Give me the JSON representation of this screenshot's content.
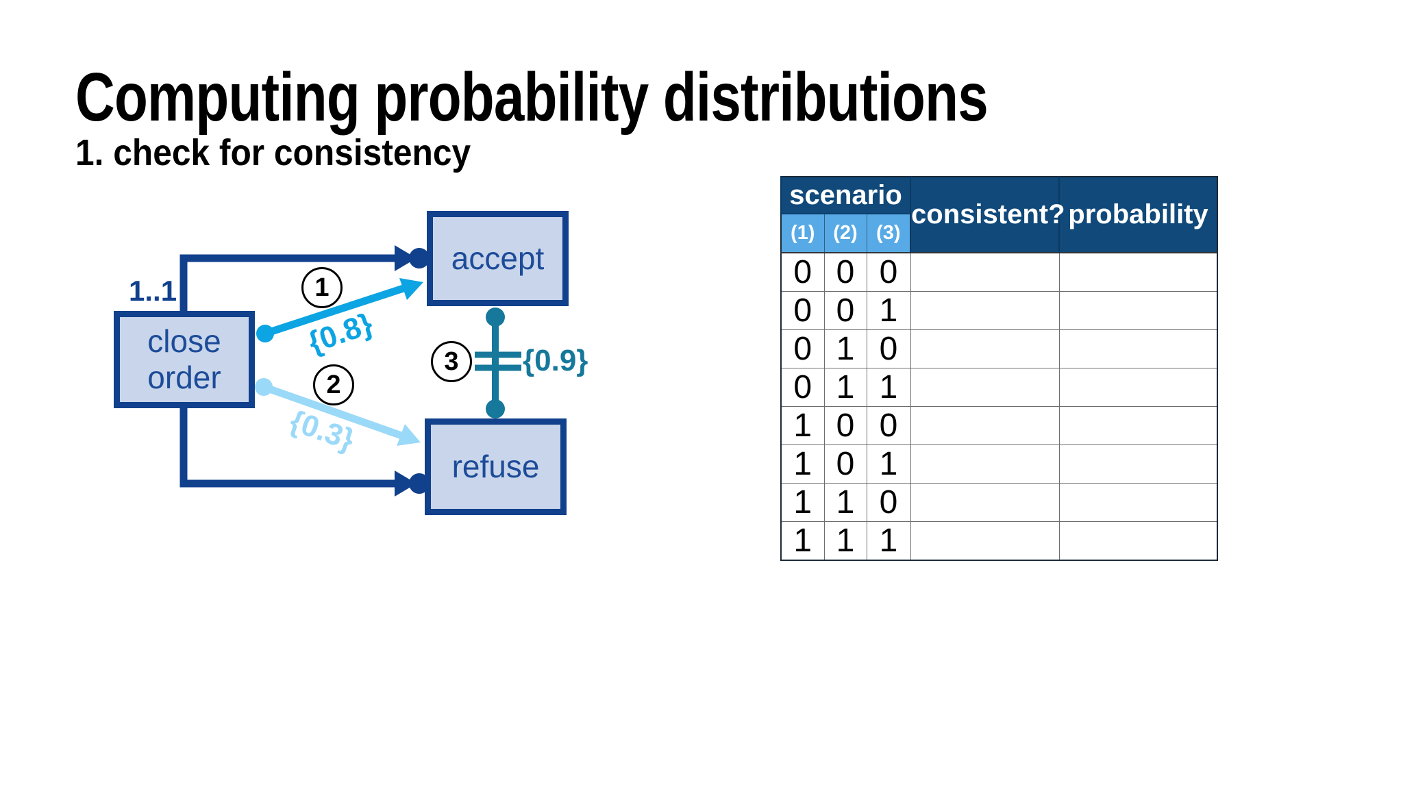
{
  "slide": {
    "title": "Computing probability distributions",
    "subtitle": "1. check for consistency"
  },
  "diagram": {
    "multiplicity": "1..1",
    "close_order_line1": "close",
    "close_order_line2": "order",
    "accept_label": "accept",
    "refuse_label": "refuse",
    "edge1_number": "1",
    "edge1_prob": "{0.8}",
    "edge2_number": "2",
    "edge2_prob": "{0.3}",
    "edge3_number": "3",
    "edge3_prob": "{0.9}"
  },
  "table": {
    "scenario_header": "scenario",
    "sub_headers": [
      "(1)",
      "(2)",
      "(3)"
    ],
    "consistent_header": "consistent?",
    "probability_header": "probability",
    "rows": [
      [
        "0",
        "0",
        "0"
      ],
      [
        "0",
        "0",
        "1"
      ],
      [
        "0",
        "1",
        "0"
      ],
      [
        "0",
        "1",
        "1"
      ],
      [
        "1",
        "0",
        "0"
      ],
      [
        "1",
        "0",
        "1"
      ],
      [
        "1",
        "1",
        "0"
      ],
      [
        "1",
        "1",
        "1"
      ]
    ]
  },
  "colors": {
    "navy": "#11408c",
    "cyan": "#0ca4e2",
    "light_blue": "#9bd9f8",
    "teal": "#16789b",
    "header_navy": "#10497a",
    "header_blue": "#57aae6",
    "box_fill": "#c9d5ea",
    "box_text": "#1c4c99"
  }
}
